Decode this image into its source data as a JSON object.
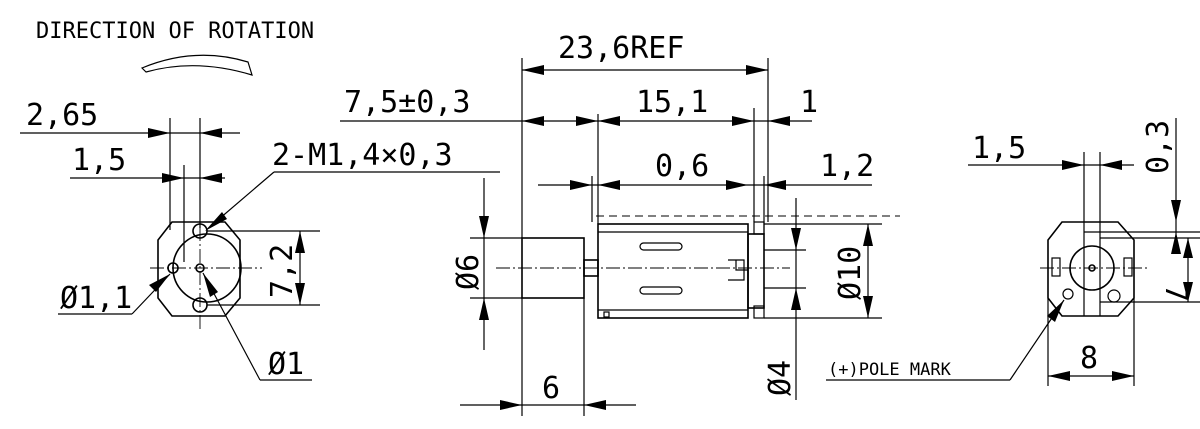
{
  "labels": {
    "direction": "DIRECTION OF ROTATION",
    "pole_mark": "(+)POLE MARK"
  },
  "dimensions": {
    "d_2_65": "2,65",
    "d_1_5_left": "1,5",
    "d_thread": "2-M1,4×0,3",
    "d_dia_1_1": "Ø1,1",
    "d_dia_1": "Ø1",
    "d_7_2": "7,2",
    "d_23_6": "23,6REF",
    "d_7_5": "7,5±0,3",
    "d_15_1": "15,1",
    "d_1": "1",
    "d_0_6": "0,6",
    "d_1_2": "1,2",
    "d_dia_6": "Ø6",
    "d_dia_10": "Ø10",
    "d_dia_4": "Ø4",
    "d_6": "6",
    "d_1_5_right": "1,5",
    "d_0_3": "0,3",
    "d_7": "7",
    "d_8": "8"
  }
}
